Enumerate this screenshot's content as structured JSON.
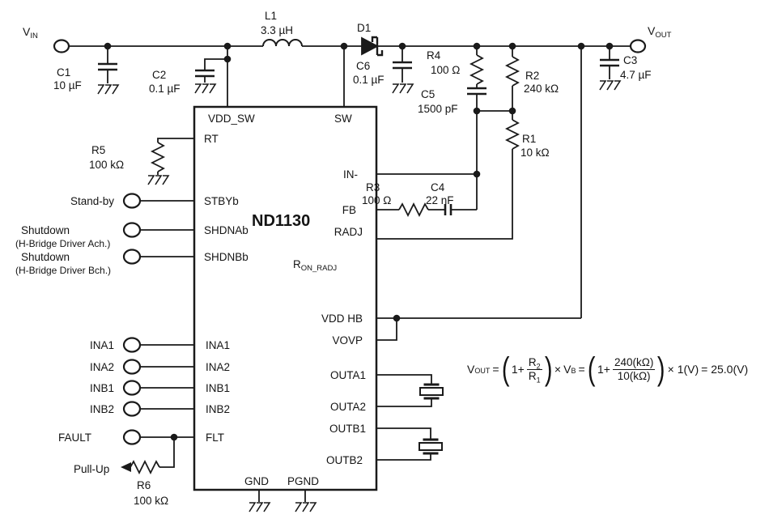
{
  "accent_color": "#141414",
  "background_color": "#ffffff",
  "ic": {
    "name": "ND1130",
    "pins": {
      "vdd_sw": "VDD_SW",
      "sw": "SW",
      "rt": "RT",
      "stbyb": "STBYb",
      "shdnab": "SHDNAb",
      "shdnbb": "SHDNBb",
      "in_minus": "IN-",
      "fb": "FB",
      "radj": "RADJ",
      "vdd_hb": "VDD HB",
      "vovp": "VOVP",
      "ina1": "INA1",
      "ina2": "INA2",
      "inb1": "INB1",
      "inb2": "INB2",
      "flt": "FLT",
      "outa1": "OUTA1",
      "outa2": "OUTA2",
      "outb1": "OUTB1",
      "outb2": "OUTB2",
      "gnd": "GND",
      "pgnd": "PGND"
    }
  },
  "components": {
    "c1": {
      "ref": "C1",
      "value": "10 µF"
    },
    "c2": {
      "ref": "C2",
      "value": "0.1 µF"
    },
    "c3": {
      "ref": "C3",
      "value": "4.7 µF"
    },
    "c4": {
      "ref": "C4",
      "value": "22 nF"
    },
    "c5": {
      "ref": "C5",
      "value": "1500 pF"
    },
    "c6": {
      "ref": "C6",
      "value": "0.1 µF"
    },
    "l1": {
      "ref": "L1",
      "value": "3.3 µH"
    },
    "d1": {
      "ref": "D1"
    },
    "r1": {
      "ref": "R1",
      "value": "10 kΩ"
    },
    "r2": {
      "ref": "R2",
      "value": "240 kΩ"
    },
    "r3": {
      "ref": "R3",
      "value": "100 Ω"
    },
    "r4": {
      "ref": "R4",
      "value": "100 Ω"
    },
    "r5": {
      "ref": "R5",
      "value": "100 kΩ"
    },
    "r6": {
      "ref": "R6",
      "value": "100 kΩ"
    },
    "ron_radj": {
      "base": "R",
      "sub": "ON_RADJ"
    }
  },
  "terminals": {
    "vin": {
      "base": "V",
      "sub": "IN"
    },
    "vout": {
      "base": "V",
      "sub": "OUT"
    },
    "standby": "Stand-by",
    "shutdown_a": "Shutdown",
    "shutdown_a_note": "(H-Bridge Driver Ach.)",
    "shutdown_b": "Shutdown",
    "shutdown_b_note": "(H-Bridge Driver Bch.)",
    "ina1": "INA1",
    "ina2": "INA2",
    "inb1": "INB1",
    "inb2": "INB2",
    "fault": "FAULT",
    "pullup": "Pull-Up"
  },
  "formula": {
    "lhs": "V",
    "lhs_sub": "OUT",
    "eq": "=",
    "open": "(",
    "close": ")",
    "one_plus": "1+",
    "r": "R",
    "two": "2",
    "one": "1",
    "times": "×",
    "vb": "V",
    "vb_sub": "B",
    "num2": "240(kΩ)",
    "den2": "10(kΩ)",
    "times_one_v": "× 1(V)",
    "result": "= 25.0(V)"
  }
}
